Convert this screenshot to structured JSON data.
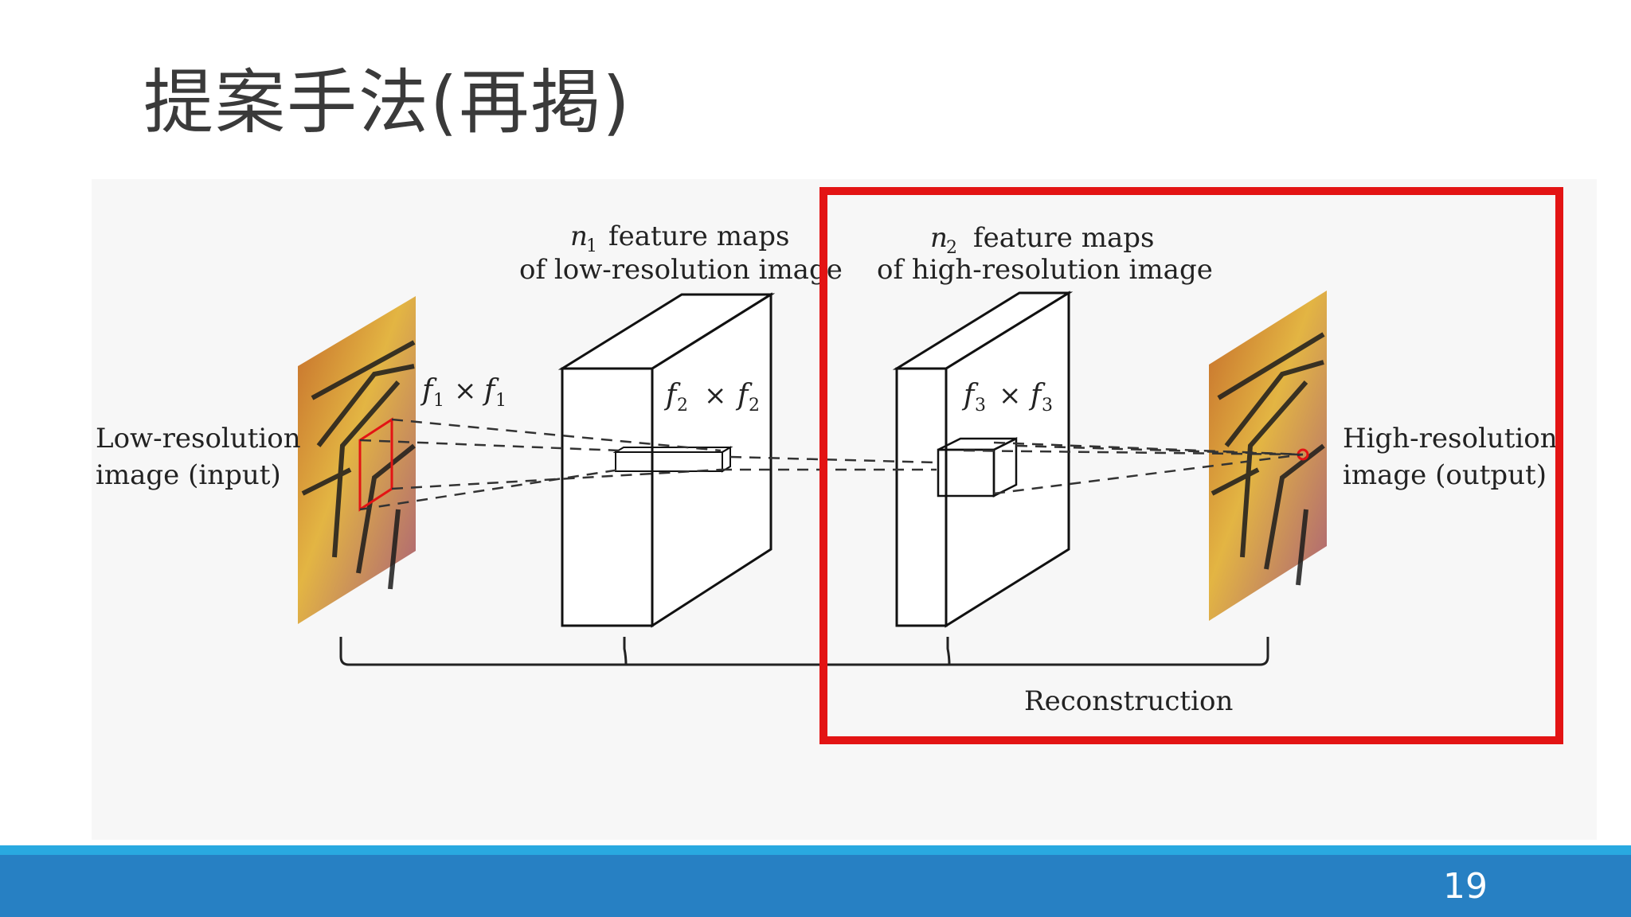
{
  "slide": {
    "title": "提案手法(再掲)",
    "page_number": "19"
  },
  "diagram": {
    "input_label_line1": "Low-resolution",
    "input_label_line2": "image (input)",
    "output_label_line1": "High-resolution",
    "output_label_line2": "image (output)",
    "n1_var": "n",
    "n1_sub": "1",
    "n1_caption": "feature maps",
    "n1_line2": "of low-resolution image",
    "n2_var": "n",
    "n2_sub": "2",
    "n2_caption": "feature maps",
    "n2_line2": "of high-resolution image",
    "f1_label": {
      "v": "f",
      "s": "1",
      "op": "×"
    },
    "f2_label": {
      "v": "f",
      "s": "2",
      "op": "×"
    },
    "f3_label": {
      "v": "f",
      "s": "3",
      "op": "×"
    },
    "reconstruction_label": "Reconstruction",
    "highlight_color": "#e31414"
  }
}
